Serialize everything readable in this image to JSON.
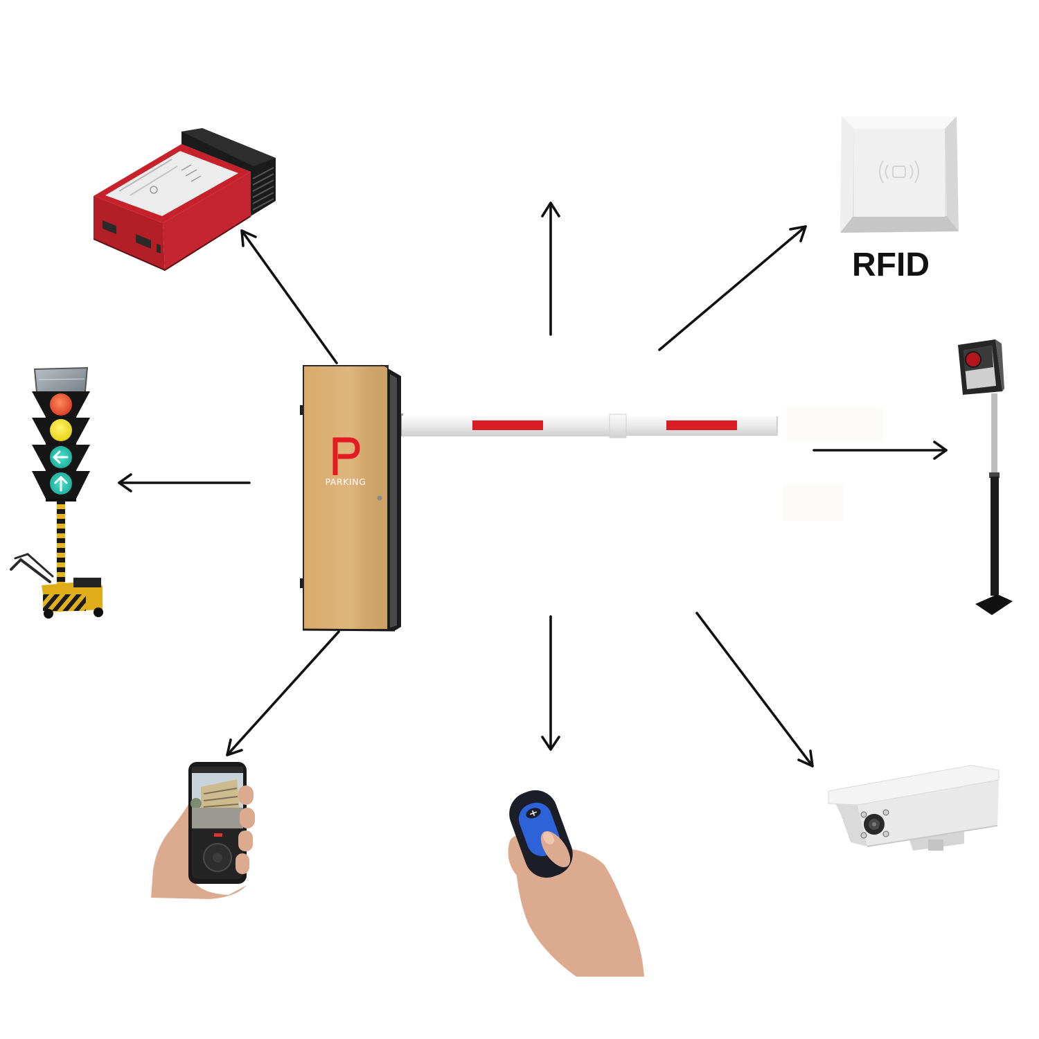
{
  "diagram": {
    "center": {
      "logo_letter": "P",
      "brand_label": "PARKING"
    },
    "rfid_label": "RFID"
  },
  "icons": {
    "barrier_gate": "barrier-gate-icon",
    "loop_detector": "loop-detector-icon",
    "rfid_reader": "rfid-reader-icon",
    "card_reader": "card-reader-icon",
    "traffic_light": "traffic-light-icon",
    "smartphone": "smartphone-icon",
    "remote_control": "remote-control-icon",
    "camera": "camera-icon"
  },
  "colors": {
    "background": "#ffffff",
    "cabinet": "#d9aa6a",
    "cabinet_edge": "#1c1c1c",
    "logo": "#e31b23",
    "brand_text": "#ffffff",
    "boom_stripe": "#d81e24",
    "arrow": "#111111",
    "rfid_text": "#111111",
    "loop_red": "#c7222c",
    "skin": "#dcaa8e",
    "remote_blue": "#2d62d8"
  }
}
